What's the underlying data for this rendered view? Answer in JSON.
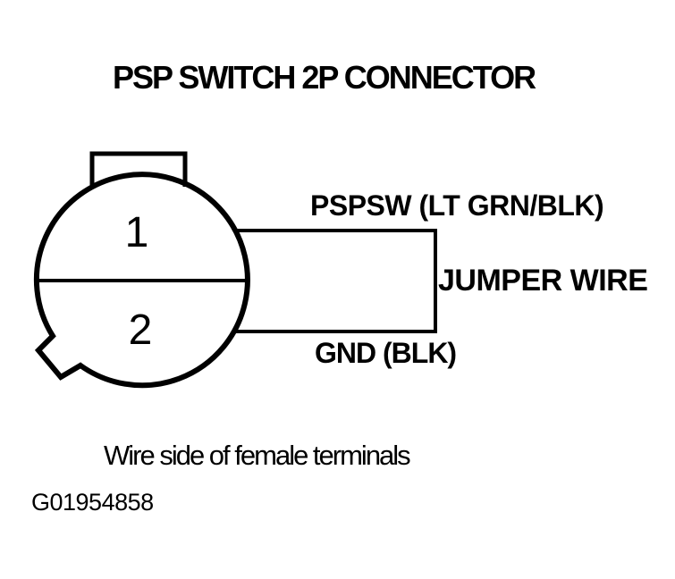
{
  "diagram": {
    "title": "PSP SWITCH 2P CONNECTOR",
    "connector": {
      "terminal_1": "1",
      "terminal_2": "2",
      "caption": "Wire side of female terminals"
    },
    "wires": {
      "pin1_label": "PSPSW (LT GRN/BLK)",
      "jumper_label": "JUMPER WIRE",
      "pin2_label": "GND (BLK)"
    },
    "figure_id": "G01954858",
    "colors": {
      "line": "#000000",
      "text": "#000000",
      "background": "#ffffff"
    }
  }
}
